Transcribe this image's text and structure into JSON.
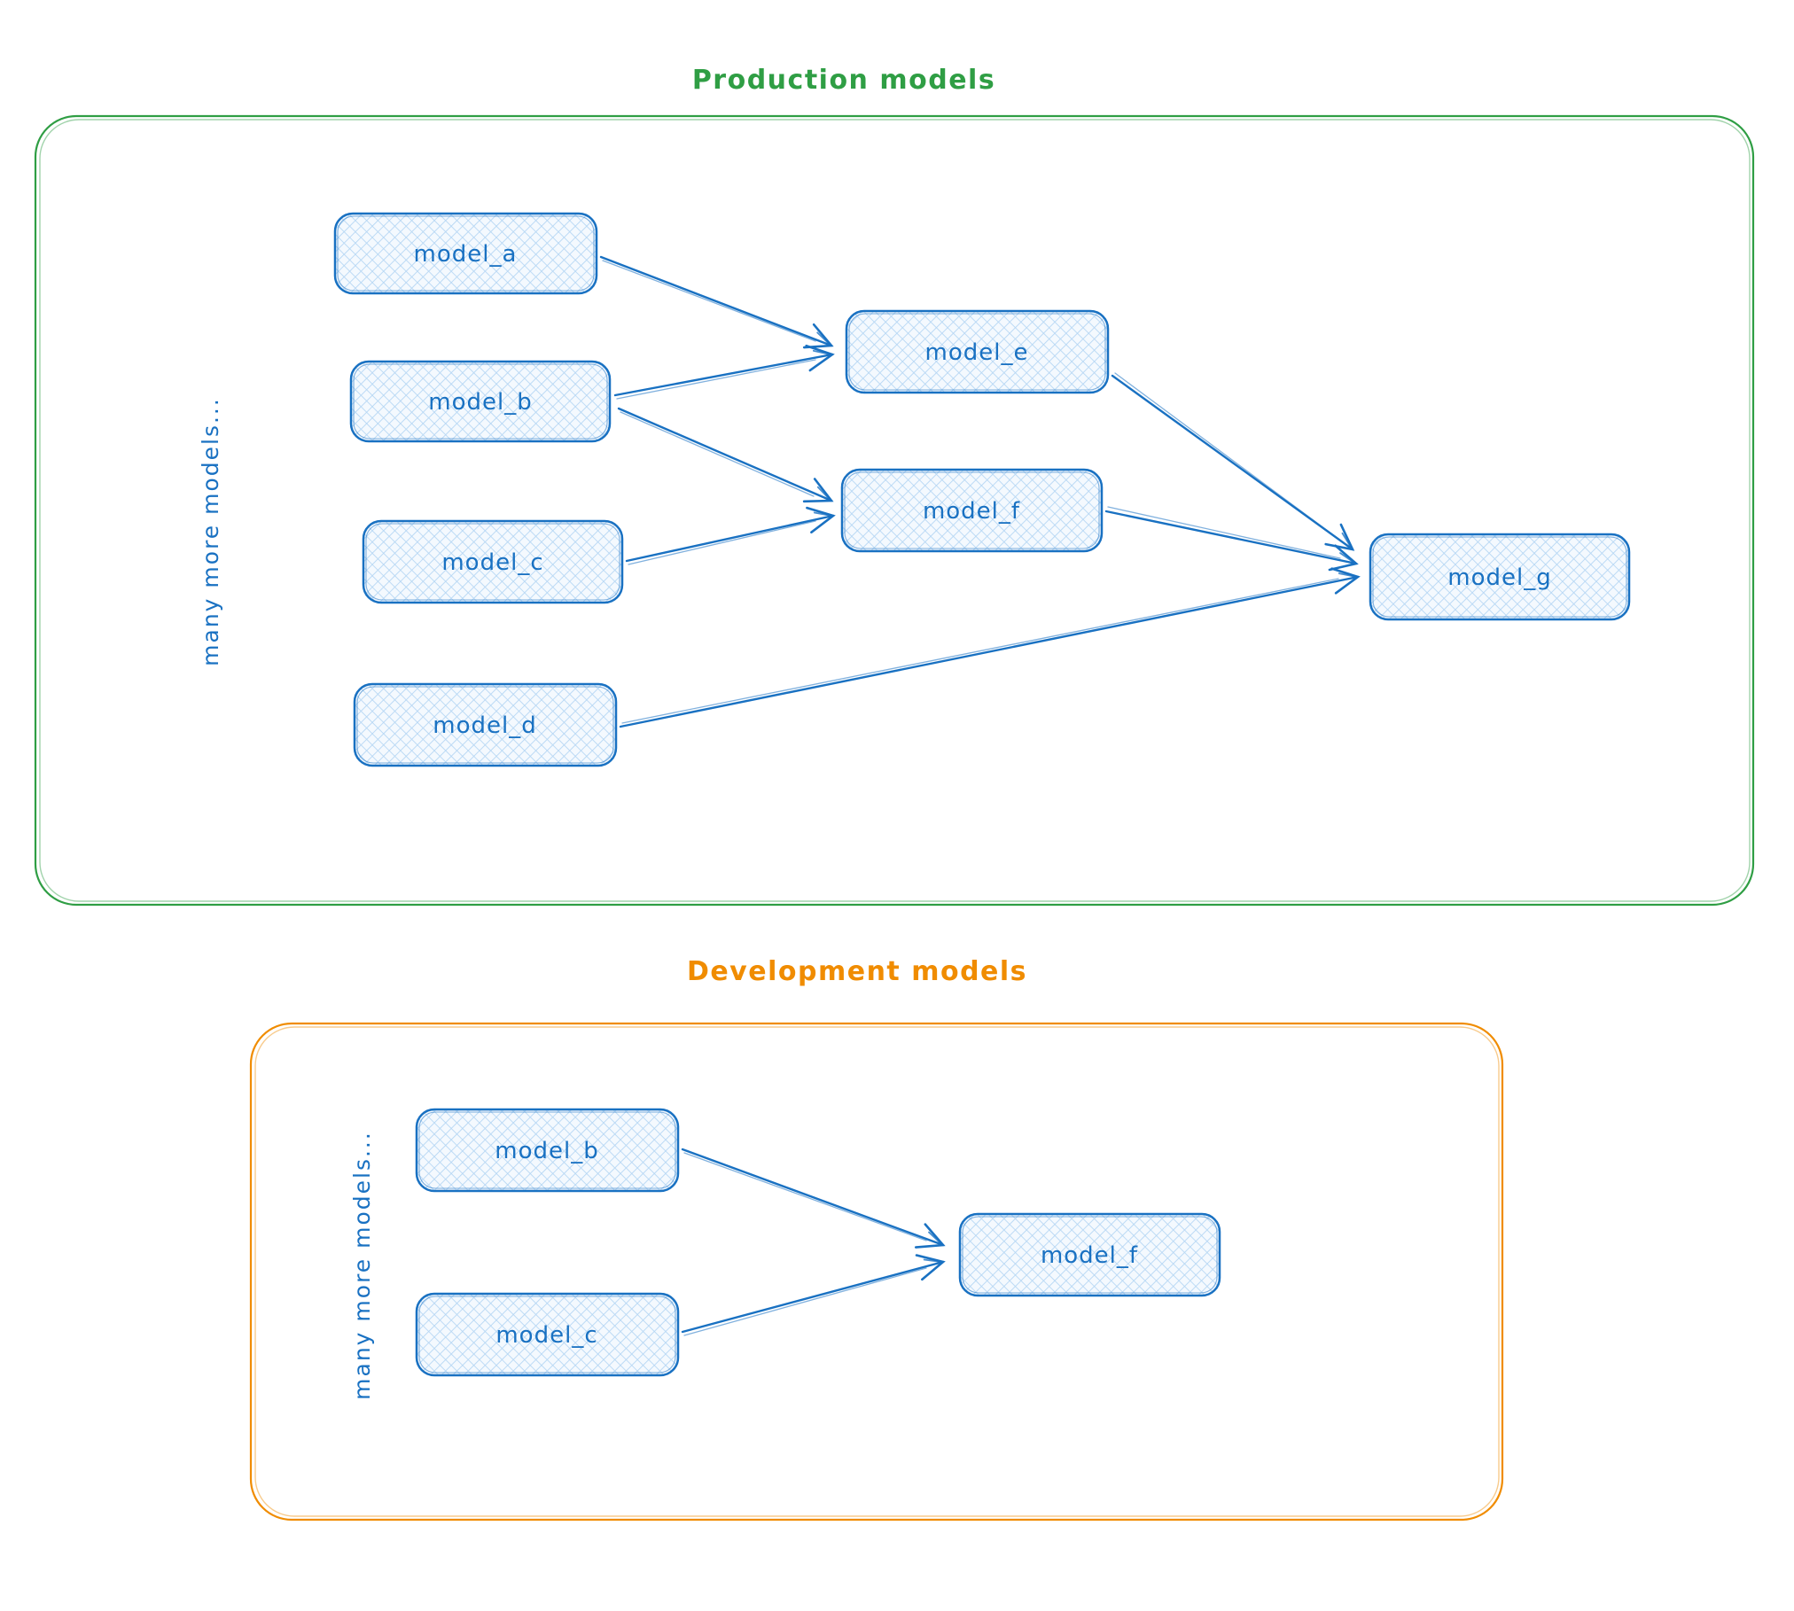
{
  "diagram": {
    "colors": {
      "blue_stroke": "#1971c2",
      "green_frame": "#2f9e44",
      "orange_frame": "#f08c00",
      "node_hatch": "#b6d7f4",
      "node_base": "#f4f9fe"
    },
    "production": {
      "title": "Production models",
      "side_label": "many more models...",
      "nodes": {
        "a": "model_a",
        "b": "model_b",
        "c": "model_c",
        "d": "model_d",
        "e": "model_e",
        "f": "model_f",
        "g": "model_g"
      },
      "edges": [
        "model_a → model_e",
        "model_b → model_e",
        "model_b → model_f",
        "model_c → model_f",
        "model_e → model_g",
        "model_f → model_g",
        "model_d → model_g"
      ]
    },
    "development": {
      "title": "Development models",
      "side_label": "many more models...",
      "nodes": {
        "b": "model_b",
        "c": "model_c",
        "f": "model_f"
      },
      "edges": [
        "model_b → model_f",
        "model_c → model_f"
      ]
    }
  }
}
